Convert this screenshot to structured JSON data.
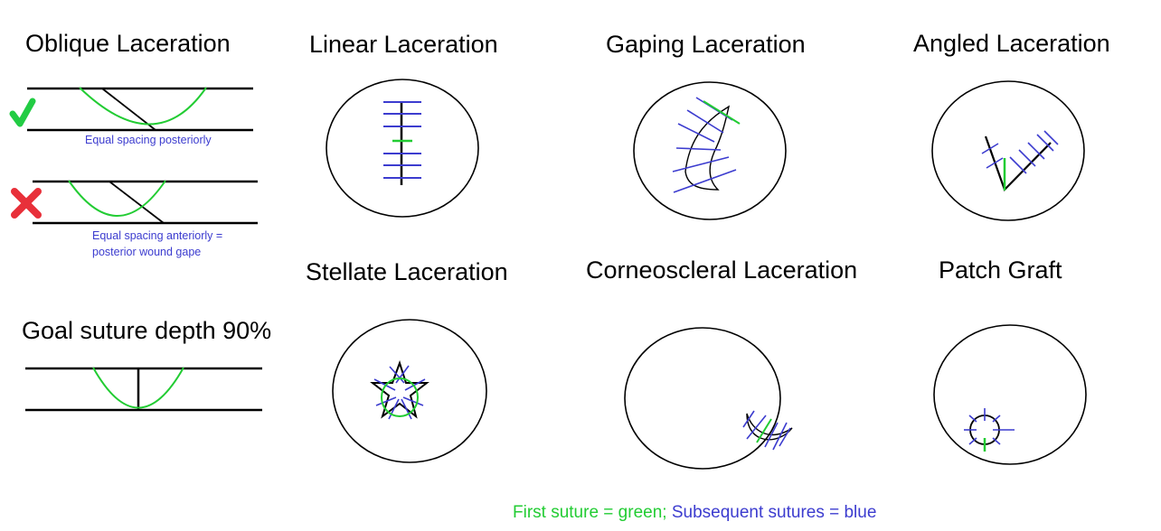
{
  "titles": {
    "oblique": "Oblique Laceration",
    "linear": "Linear Laceration",
    "gaping": "Gaping Laceration",
    "angled": "Angled Laceration",
    "stellate": "Stellate Laceration",
    "corneoscleral": "Corneoscleral Laceration",
    "patch": "Patch Graft",
    "goal": "Goal suture depth 90%"
  },
  "captions": {
    "correct": "Equal spacing posteriorly",
    "incorrect_line1": "Equal spacing anteriorly =",
    "incorrect_line2": "posterior wound gape"
  },
  "legend": {
    "first": "First suture = green;",
    "subsequent": "Subsequent sutures = blue"
  },
  "colors": {
    "first_suture": "#22cc33",
    "subsequent_suture": "#3c3ccf",
    "correct_mark": "#22cc44",
    "incorrect_mark": "#e8303a"
  },
  "icons": {
    "correct": "checkmark-icon",
    "incorrect": "cross-icon"
  }
}
